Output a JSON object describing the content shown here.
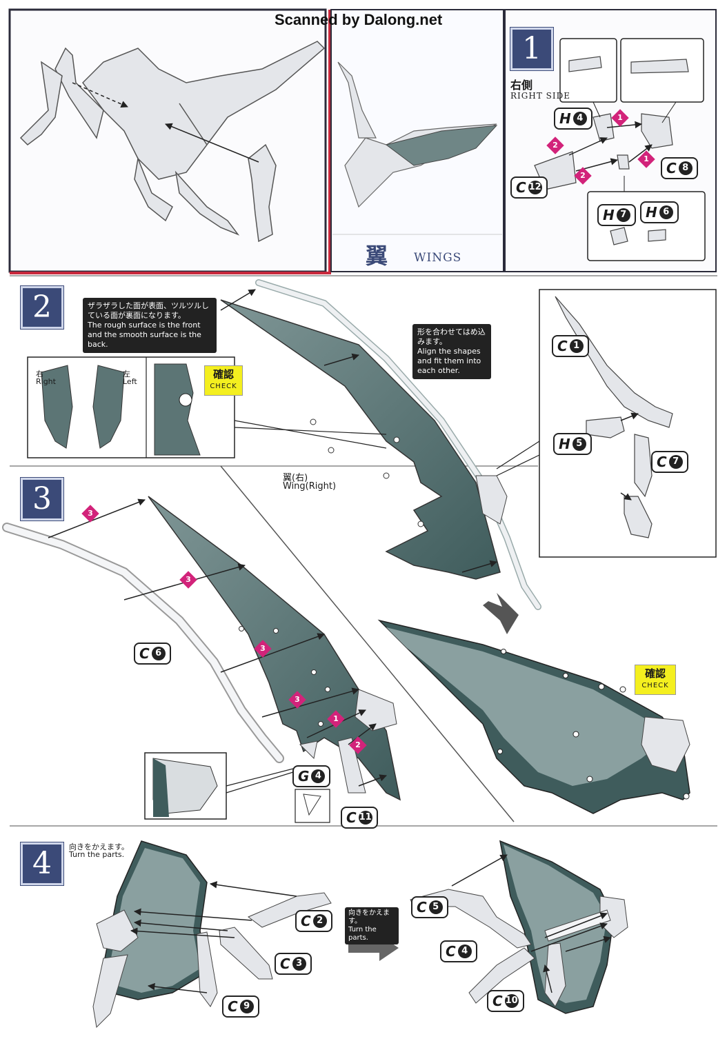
{
  "header": {
    "watermark": "Scanned by Dalong.net"
  },
  "wings_panel": {
    "kanji": "翼",
    "label": "WINGS"
  },
  "step1": {
    "number": "1",
    "side_jp": "右側",
    "side_en": "RIGHT SIDE",
    "parts": [
      {
        "letter": "H",
        "num": "4"
      },
      {
        "letter": "C",
        "num": "8"
      },
      {
        "letter": "C",
        "num": "12"
      },
      {
        "letter": "H",
        "num": "7"
      },
      {
        "letter": "H",
        "num": "6"
      }
    ],
    "order_marks": [
      "1",
      "2",
      "1",
      "2"
    ]
  },
  "step2": {
    "number": "2",
    "note_surface_jp": "ザラザラした面が表面、ツルツルしている面が裏面になります。",
    "note_surface_en": "The rough surface is the front and the smooth surface is the back.",
    "note_align_jp": "形を合わせてはめ込みます。",
    "note_align_en": "Align the shapes and fit them into each other.",
    "right_jp": "右",
    "right_en": "Right",
    "left_jp": "左",
    "left_en": "Left",
    "check_jp": "確認",
    "check_en": "CHECK",
    "wing_jp": "翼(右)",
    "wing_en": "Wing(Right)",
    "parts": [
      {
        "letter": "C",
        "num": "1"
      },
      {
        "letter": "H",
        "num": "5"
      },
      {
        "letter": "C",
        "num": "7"
      }
    ]
  },
  "step3": {
    "number": "3",
    "parts": [
      {
        "letter": "C",
        "num": "6"
      },
      {
        "letter": "G",
        "num": "4"
      },
      {
        "letter": "C",
        "num": "11"
      }
    ],
    "order_marks": [
      "3",
      "3",
      "3",
      "3",
      "1",
      "2"
    ],
    "check_jp": "確認",
    "check_en": "CHECK"
  },
  "step4": {
    "number": "4",
    "note_turn_jp": "向きをかえます。",
    "note_turn_en": "Turn the parts.",
    "parts": [
      {
        "letter": "C",
        "num": "2"
      },
      {
        "letter": "C",
        "num": "3"
      },
      {
        "letter": "C",
        "num": "9"
      },
      {
        "letter": "C",
        "num": "5"
      },
      {
        "letter": "C",
        "num": "4"
      },
      {
        "letter": "C",
        "num": "10"
      }
    ]
  },
  "colors": {
    "step_box": "#3b4a78",
    "wing_membrane": "#3f5c5c",
    "order_mark": "#d2237a",
    "check": "#f4ef1f"
  }
}
